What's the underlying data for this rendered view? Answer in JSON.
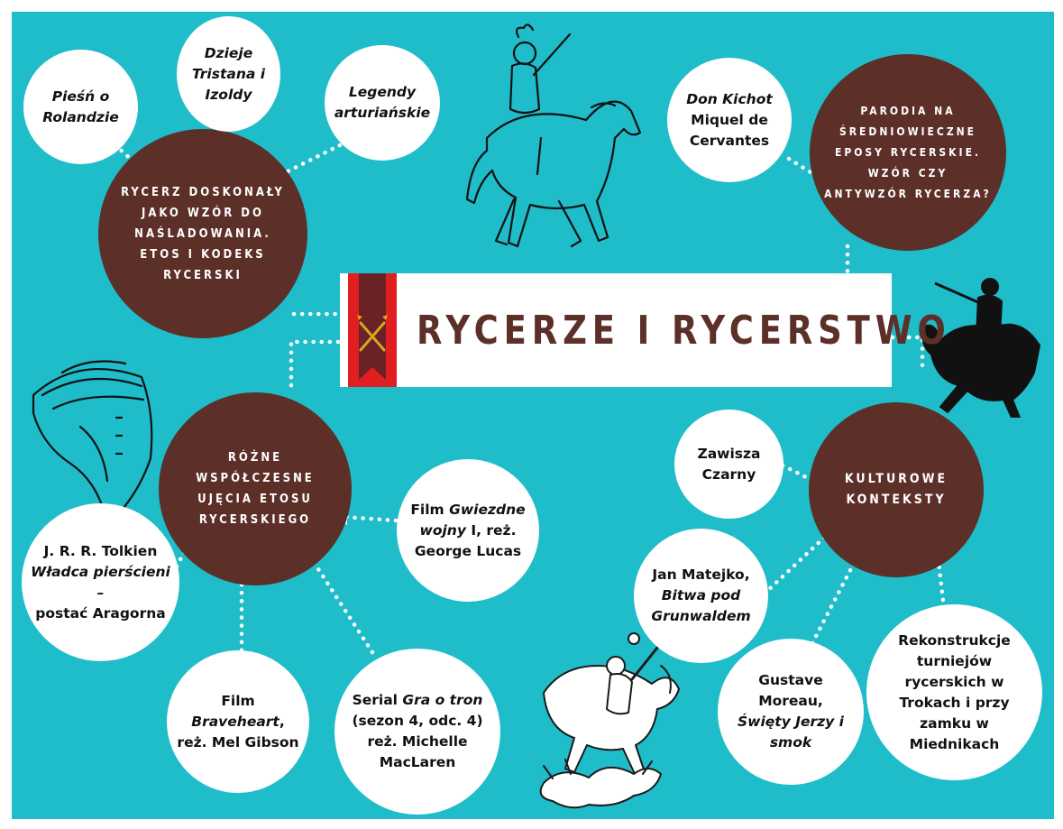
{
  "title": "RYCERZE I RYCERSTWO",
  "colors": {
    "background": "#1fbcc9",
    "hub": "#5c3028",
    "bubble": "#ffffff",
    "banner_red": "#e02020",
    "banner_dark": "#6a2226",
    "swords": "#d9a520"
  },
  "hubs": {
    "ideal": "Rycerz doskonały jako wzór do naśladowania. Etos i kodeks rycerski",
    "parody": "Parodia na średniowieczne eposy rycerskie. Wzór czy antywzór rycerza?",
    "modern": "Różne współczesne ujęcia etosu rycerskiego",
    "cultural": "Kulturowe konteksty"
  },
  "bubbles": {
    "roland": "Pieśń o Rolandzie",
    "tristan": "Dzieje Tristana i Izoldy",
    "arthur": "Legendy arturiańskie",
    "donkichot_title": "Don Kichot",
    "donkichot_author": "Miquel de Cervantes",
    "tolkien_author": "J. R. R. Tolkien",
    "tolkien_title": "Władca pierścieni –",
    "tolkien_rest": "postać Aragorna",
    "starwars_pre": "Film",
    "starwars_title": "Gwiezdne wojny",
    "starwars_post": "I, reż. George Lucas",
    "braveheart_pre": "Film",
    "braveheart_title": "Braveheart",
    "braveheart_post": ", reż. Mel Gibson",
    "got_pre": "Serial",
    "got_title": "Gra o tron",
    "got_post": "(sezon 4, odc. 4) reż. Michelle MacLaren",
    "zawisza": "Zawisza Czarny",
    "matejko_author": "Jan Matejko,",
    "matejko_title": "Bitwa pod Grunwaldem",
    "moreau_author": "Gustave Moreau,",
    "moreau_title": "Święty Jerzy i smok",
    "reconstruction": "Rekonstrukcje turniejów rycerskich w Trokach i przy zamku w Miednikach"
  },
  "illustrations": [
    "knight-on-horse",
    "helmet",
    "knight-on-rearing-horse",
    "saint-george-and-dragon"
  ]
}
